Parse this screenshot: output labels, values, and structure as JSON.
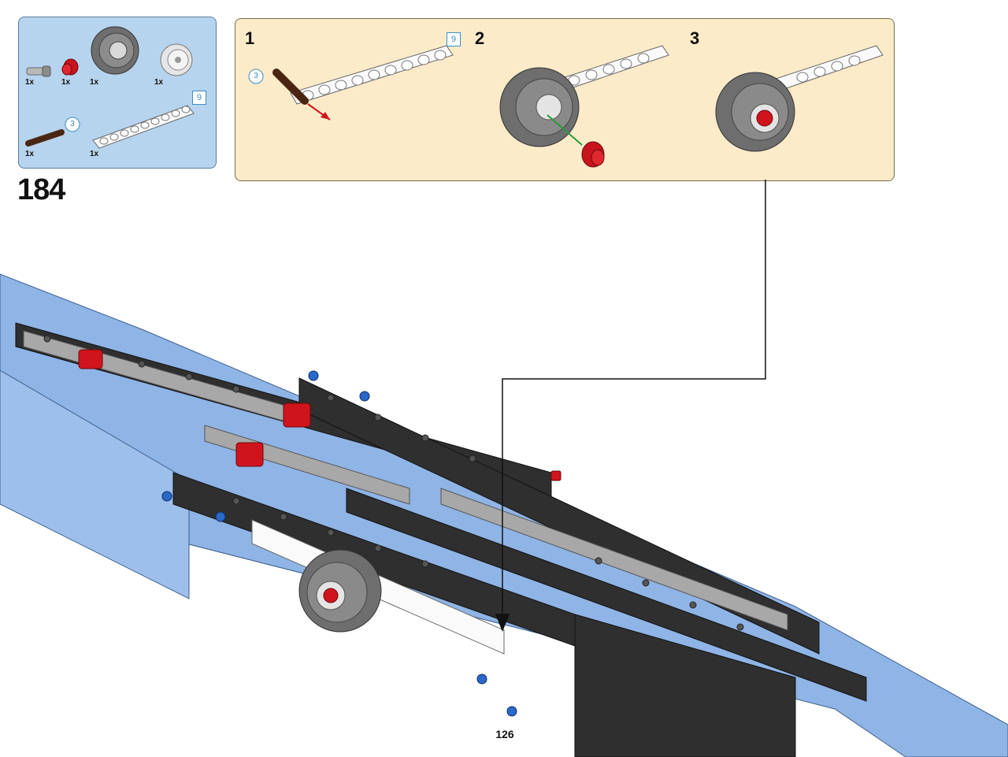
{
  "parts_list": {
    "items": [
      {
        "name": "axle-pin-with-friction",
        "qty": "1x"
      },
      {
        "name": "bush-red",
        "qty": "1x"
      },
      {
        "name": "tire-30.4x14",
        "qty": "1x"
      },
      {
        "name": "hub-light-grey",
        "qty": "1x"
      },
      {
        "name": "axle-brown",
        "qty": "1x",
        "length_badge": "3"
      },
      {
        "name": "beam-white",
        "qty": "1x",
        "length_badge": "9"
      }
    ]
  },
  "step_number": "184",
  "substeps": [
    {
      "label": "1",
      "axle_badge": "3",
      "beam_badge": "9"
    },
    {
      "label": "2"
    },
    {
      "label": "3"
    }
  ],
  "page_number": "126",
  "colors": {
    "parts_bg": "#b6d4ee",
    "substep_bg": "#fcebc9",
    "model_blue": "#8fb4e6",
    "technic_black": "#2b2b2b",
    "technic_red": "#d0141c"
  }
}
